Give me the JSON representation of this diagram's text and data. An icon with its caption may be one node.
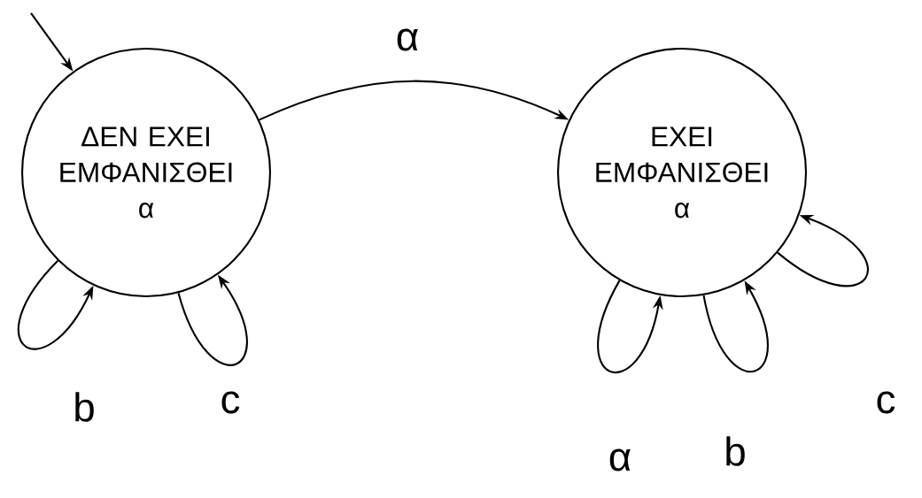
{
  "diagram": {
    "nodes": [
      {
        "text": [
          "ΔΕΝ ΕΧΕΙ ΕΜΦΑΝΙΣΘΕΙ α"
        ]
      },
      {
        "text": [
          "ΕΧΕΙ ΕΜΦΑΝΙΣΘΕΙ α"
        ]
      }
    ],
    "edges": [
      {
        "from": null,
        "to": 0,
        "arrow": "to"
      },
      {
        "from": 0,
        "to": 1,
        "arrow": "to",
        "label": "α"
      },
      {
        "from": 0,
        "to": 0,
        "arrow": "to",
        "label": "b"
      },
      {
        "from": 0,
        "to": 0,
        "arrow": "to",
        "label": "c"
      },
      {
        "from": 1,
        "to": 1,
        "arrow": "to",
        "label": "α"
      },
      {
        "from": 1,
        "to": 1,
        "arrow": "to",
        "label": "b"
      },
      {
        "from": 1,
        "to": 1,
        "arrow": "to",
        "label": "c"
      }
    ]
  }
}
